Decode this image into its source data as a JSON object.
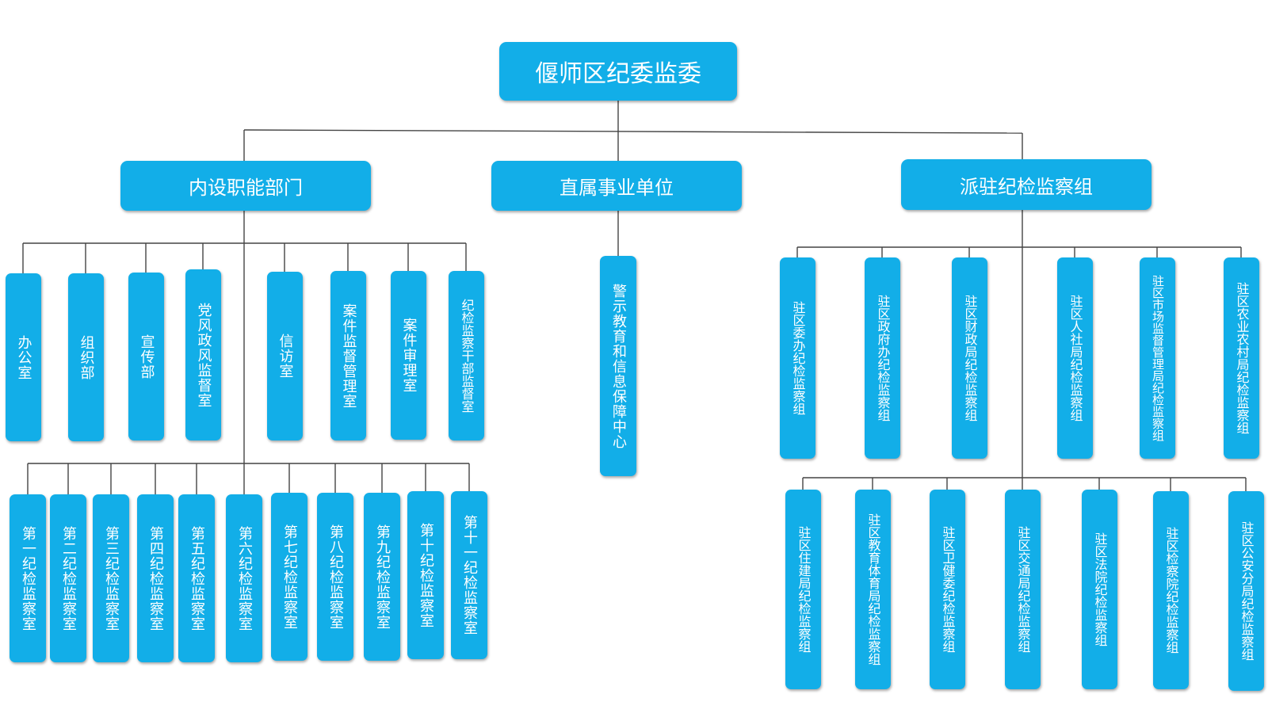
{
  "root": "偃师区纪委监委",
  "categories": {
    "internal": "内设职能部门",
    "affiliated": "直属事业单位",
    "stationed": "派驻纪检监察组"
  },
  "internal_depts": [
    "办公室",
    "组织部",
    "宣传部",
    "党风政风监督室",
    "信访室",
    "案件监督管理室",
    "案件审理室",
    "纪检监察干部监督室"
  ],
  "inspection_rooms": [
    "第一纪检监察室",
    "第二纪检监察室",
    "第三纪检监察室",
    "第四纪检监察室",
    "第五纪检监察室",
    "第六纪检监察室",
    "第七纪检监察室",
    "第八纪检监察室",
    "第九纪检监察室",
    "第十纪检监察室",
    "第十一纪检监察室"
  ],
  "affiliated_units": [
    "警示教育和信息保障中心"
  ],
  "stationed_groups_row1": [
    "驻区委办纪检监察组",
    "驻区政府办纪检监察组",
    "驻区财政局纪检监察组",
    "驻区人社局纪检监察组",
    "驻区市场监督管理局纪检监察组",
    "驻区农业农村局纪检监察组"
  ],
  "stationed_groups_row2": [
    "驻区住建局纪检监察组",
    "驻区教育体育局纪检监察组",
    "驻区卫健委纪检监察组",
    "驻区交通局纪检监察组",
    "驻区法院纪检监察组",
    "驻区检察院纪检监察组",
    "驻区公安分局纪检监察组"
  ],
  "colors": {
    "box": "#12aee8",
    "text": "#ffffff",
    "line": "#444444"
  }
}
